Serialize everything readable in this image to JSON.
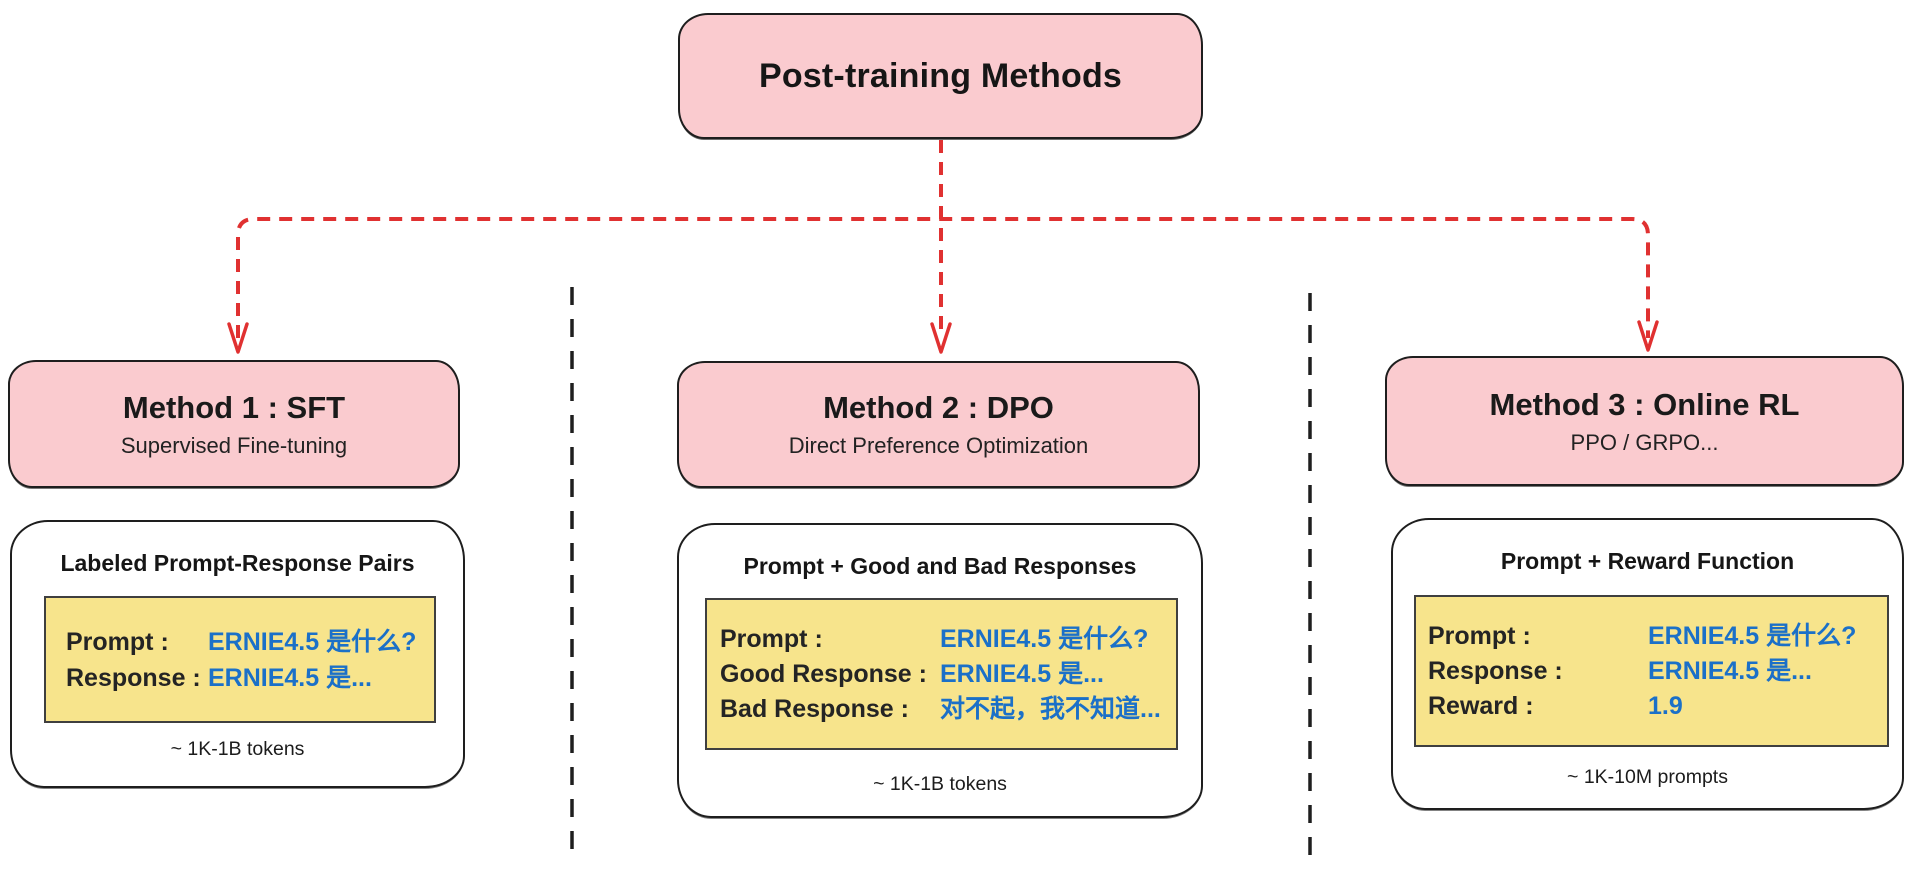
{
  "root": {
    "title": "Post-training Methods"
  },
  "methods": [
    {
      "title": "Method 1 : SFT",
      "subtitle": "Supervised Fine-tuning",
      "data_title": "Labeled Prompt-Response Pairs",
      "rows": [
        {
          "label": "Prompt :",
          "value": "ERNIE4.5 是什么?"
        },
        {
          "label": "Response :",
          "value": "ERNIE4.5 是..."
        }
      ],
      "caption": "~ 1K-1B tokens"
    },
    {
      "title": "Method 2 : DPO",
      "subtitle": "Direct Preference Optimization",
      "data_title": "Prompt + Good and Bad Responses",
      "rows": [
        {
          "label": "Prompt :",
          "value": "ERNIE4.5 是什么?"
        },
        {
          "label": "Good Response :",
          "value": "ERNIE4.5 是..."
        },
        {
          "label": "Bad Response :",
          "value": "对不起，我不知道..."
        }
      ],
      "caption": "~ 1K-1B tokens"
    },
    {
      "title": "Method 3 : Online RL",
      "subtitle": "PPO / GRPO...",
      "data_title": "Prompt + Reward Function",
      "rows": [
        {
          "label": "Prompt :",
          "value": "ERNIE4.5 是什么?"
        },
        {
          "label": "Response :",
          "value": "ERNIE4.5 是..."
        },
        {
          "label": "Reward :",
          "value": "1.9"
        }
      ],
      "caption": "~ 1K-10M prompts"
    }
  ],
  "colors": {
    "pink": "#FACBCF",
    "yellow": "#F7E48C",
    "red": "#E03131",
    "blue": "#1B70C8",
    "ink": "#1E1E1E"
  }
}
